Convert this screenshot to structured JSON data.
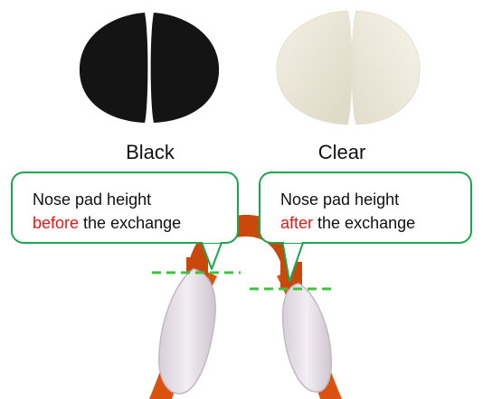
{
  "swatches": {
    "black_label": "Black",
    "clear_label": "Clear"
  },
  "callouts": {
    "before": {
      "line1": "Nose pad height",
      "highlight": "before",
      "rest": " the exchange"
    },
    "after": {
      "line1": "Nose pad height",
      "highlight": "after",
      "rest": " the exchange"
    }
  },
  "colors": {
    "callout_border": "#1aa64a",
    "highlight_text": "#e81818",
    "guide_line": "#3cc43c",
    "frame_orange": "#d9520f",
    "pad_black": "#141414",
    "pad_clear": "#ece8dc"
  }
}
